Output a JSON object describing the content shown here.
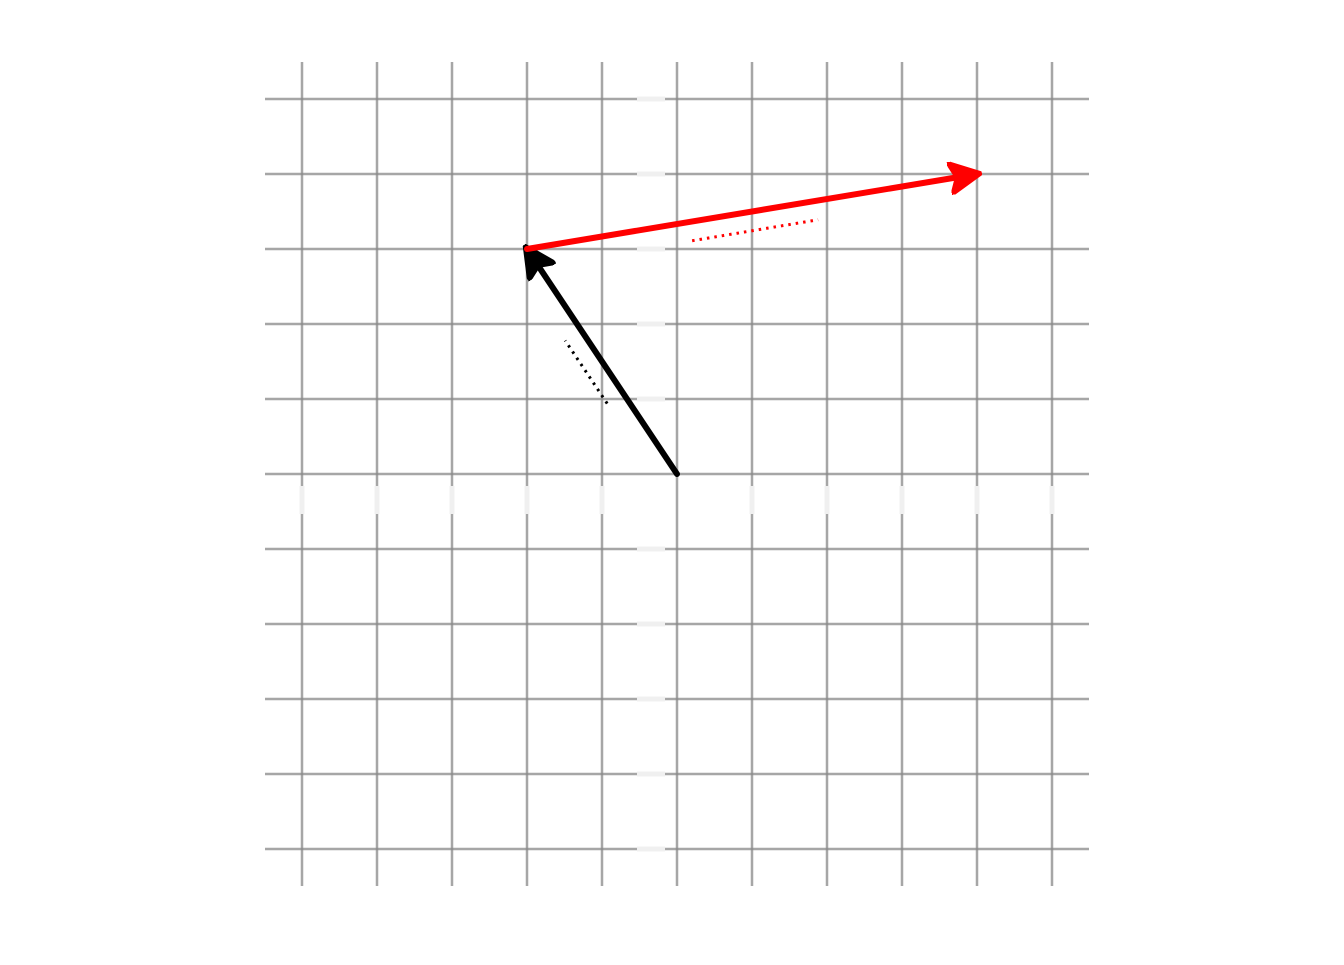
{
  "chart_data": {
    "type": "vector-diagram",
    "grid": true,
    "xlim": [
      -5,
      5
    ],
    "ylim": [
      -5,
      5
    ],
    "origin": [
      0,
      0
    ],
    "vectors": [
      {
        "id": "black-vector",
        "from": [
          0,
          0
        ],
        "to": [
          -2,
          3
        ],
        "color": "#000000"
      },
      {
        "id": "red-vector",
        "from": [
          -2,
          3
        ],
        "to": [
          4,
          4
        ],
        "color": "#ff0000"
      }
    ],
    "dotted_markers": [
      {
        "color": "#000000",
        "along": "black-vector"
      },
      {
        "color": "#ff0000",
        "along": "red-vector"
      }
    ]
  },
  "colors": {
    "grid": "#888888",
    "axis_gap": "#f0f0f0",
    "black_vector": "#000000",
    "red_vector": "#ff0000"
  }
}
